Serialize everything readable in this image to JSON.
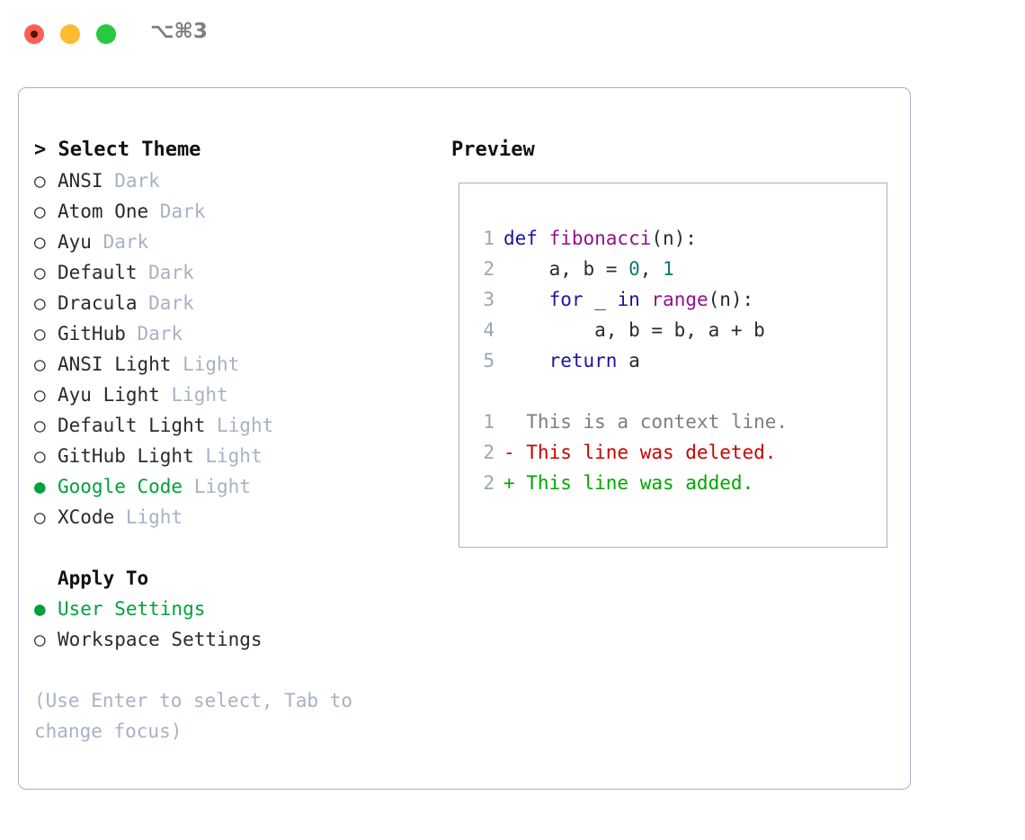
{
  "titlebar": {
    "shortcut": "⌥⌘3",
    "buttons": {
      "close": "close",
      "minimize": "minimize",
      "maximize": "maximize"
    }
  },
  "left": {
    "header": "> Select Theme",
    "themes": [
      {
        "marker": "○",
        "name": "ANSI",
        "suffix": "Dark",
        "selected": false
      },
      {
        "marker": "○",
        "name": "Atom One",
        "suffix": "Dark",
        "selected": false
      },
      {
        "marker": "○",
        "name": "Ayu",
        "suffix": "Dark",
        "selected": false
      },
      {
        "marker": "○",
        "name": "Default",
        "suffix": "Dark",
        "selected": false
      },
      {
        "marker": "○",
        "name": "Dracula",
        "suffix": "Dark",
        "selected": false
      },
      {
        "marker": "○",
        "name": "GitHub",
        "suffix": "Dark",
        "selected": false
      },
      {
        "marker": "○",
        "name": "ANSI Light",
        "suffix": "Light",
        "selected": false
      },
      {
        "marker": "○",
        "name": "Ayu Light",
        "suffix": "Light",
        "selected": false
      },
      {
        "marker": "○",
        "name": "Default Light",
        "suffix": "Light",
        "selected": false
      },
      {
        "marker": "○",
        "name": "GitHub Light",
        "suffix": "Light",
        "selected": false
      },
      {
        "marker": "●",
        "name": "Google Code",
        "suffix": "Light",
        "selected": true
      },
      {
        "marker": "○",
        "name": "XCode",
        "suffix": "Light",
        "selected": false
      }
    ],
    "apply_to_header": "Apply To",
    "apply_options": [
      {
        "marker": "●",
        "name": "User Settings",
        "selected": true
      },
      {
        "marker": "○",
        "name": "Workspace Settings",
        "selected": false
      }
    ],
    "hint": "(Use Enter to select, Tab to change focus)"
  },
  "right": {
    "preview_label": "Preview",
    "code_lines": [
      {
        "num": "1",
        "tokens": [
          {
            "t": "def ",
            "c": "kw"
          },
          {
            "t": "fibonacci",
            "c": "fn"
          },
          {
            "t": "(n):",
            "c": "pl"
          }
        ]
      },
      {
        "num": "2",
        "tokens": [
          {
            "t": "    a, b = ",
            "c": "pl"
          },
          {
            "t": "0",
            "c": "num"
          },
          {
            "t": ", ",
            "c": "pl"
          },
          {
            "t": "1",
            "c": "num"
          }
        ]
      },
      {
        "num": "3",
        "tokens": [
          {
            "t": "    ",
            "c": "pl"
          },
          {
            "t": "for",
            "c": "kw"
          },
          {
            "t": " _ ",
            "c": "pl"
          },
          {
            "t": "in",
            "c": "kw"
          },
          {
            "t": " ",
            "c": "pl"
          },
          {
            "t": "range",
            "c": "fn"
          },
          {
            "t": "(n):",
            "c": "pl"
          }
        ]
      },
      {
        "num": "4",
        "tokens": [
          {
            "t": "        a, b = b, a + b",
            "c": "pl"
          }
        ]
      },
      {
        "num": "5",
        "tokens": [
          {
            "t": "    ",
            "c": "pl"
          },
          {
            "t": "return",
            "c": "kw"
          },
          {
            "t": " a",
            "c": "pl"
          }
        ]
      }
    ],
    "diff_lines": [
      {
        "num": "1",
        "tokens": [
          {
            "t": "  This is a context line.",
            "c": "ctx"
          }
        ]
      },
      {
        "num": "2",
        "tokens": [
          {
            "t": "- This line was deleted.",
            "c": "del"
          }
        ]
      },
      {
        "num": "2",
        "tokens": [
          {
            "t": "+ This line was added.",
            "c": "add"
          }
        ]
      }
    ]
  },
  "colors": {
    "accent_green": "#00a13a",
    "muted": "#a7b2c1",
    "keyword": "#1a159e",
    "function": "#8e1387",
    "number": "#0c7a6f",
    "diff_deleted": "#cc0000",
    "diff_added": "#00a800",
    "border": "#a7b2c1"
  }
}
